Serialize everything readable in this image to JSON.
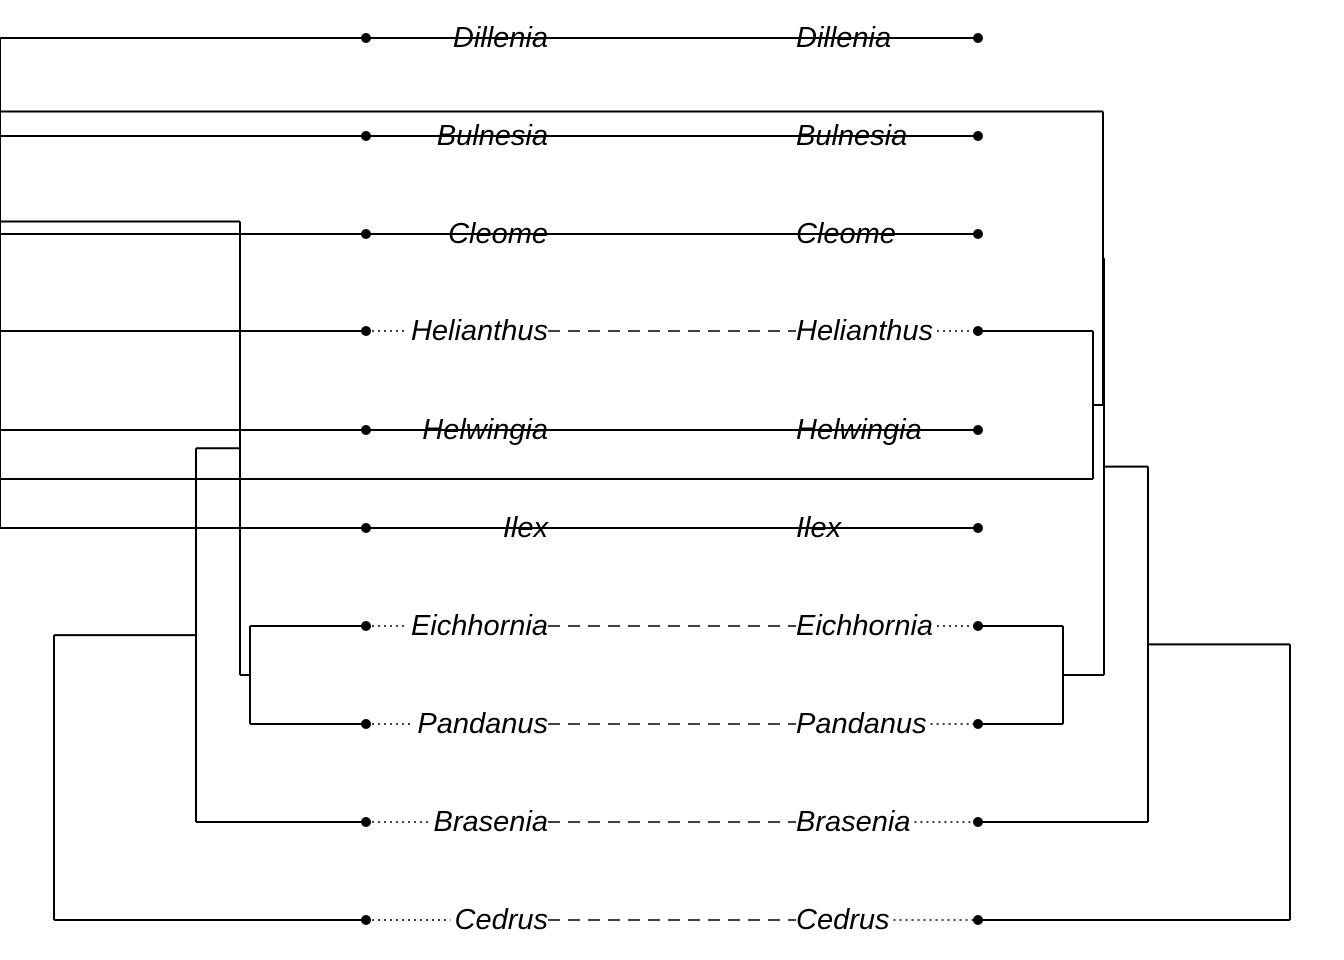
{
  "taxa": [
    "Dillenia",
    "Bulnesia",
    "Cleome",
    "Helianthus",
    "Helwingia",
    "Ilex",
    "Eichhornia",
    "Pandanus",
    "Brasenia",
    "Cedrus"
  ],
  "left_tree": {
    "children": [
      {
        "children": [
          {
            "children": [
              {
                "tip": 0
              },
              {
                "children": [
                  {
                    "tip": 1
                  },
                  {
                    "tip": 2
                  }
                ]
              },
              {
                "children": [
                  {
                    "tip": 3
                  },
                  {
                    "children": [
                      {
                        "tip": 4
                      },
                      {
                        "tip": 5
                      }
                    ]
                  }
                ]
              }
            ]
          },
          {
            "children": [
              {
                "tip": 6
              },
              {
                "tip": 7
              }
            ]
          }
        ]
      },
      {
        "tip": 8
      }
    ]
  },
  "right_tree": {
    "children": [
      {
        "children": [
          {
            "children": [
              {
                "children": [
                  {
                    "tip": 0
                  },
                  {
                    "children": [
                      {
                        "tip": 1
                      },
                      {
                        "tip": 2
                      }
                    ]
                  }
                ]
              },
              {
                "children": [
                  {
                    "tip": 3
                  },
                  {
                    "children": [
                      {
                        "tip": 4
                      },
                      {
                        "tip": 5
                      }
                    ]
                  }
                ]
              }
            ]
          },
          {
            "children": [
              {
                "tip": 6
              },
              {
                "tip": 7
              }
            ]
          }
        ]
      },
      {
        "tip": 8
      }
    ]
  },
  "root_outgroup": 9
}
